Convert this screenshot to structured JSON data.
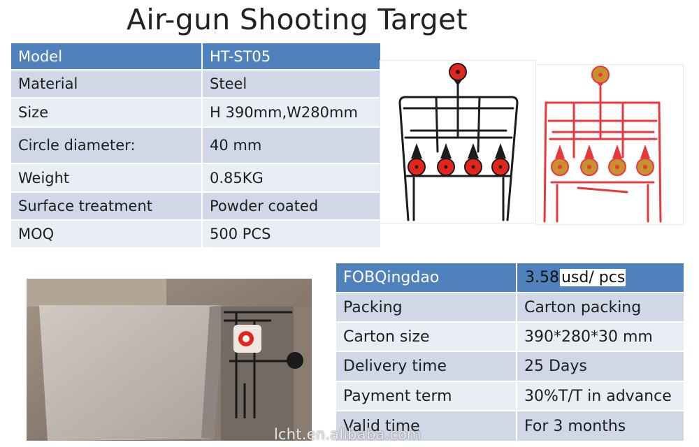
{
  "title": "Air-gun Shooting Target",
  "spec_table": {
    "rows": [
      {
        "label": "Model",
        "value": "HT-ST05"
      },
      {
        "label": "Material",
        "value": "Steel"
      },
      {
        "label": "Size",
        "value": "H 390mm,W280mm"
      },
      {
        "label": "Circle diameter:",
        "value": "40 mm"
      },
      {
        "label": "Weight",
        "value": "0.85KG"
      },
      {
        "label": "Surface treatment",
        "value": "Powder coated"
      },
      {
        "label": "MOQ",
        "value": "500 PCS"
      }
    ]
  },
  "trade_table": {
    "header": {
      "label": "FOBQingdao",
      "price": "3.58",
      "price_suffix": "usd/ pcs"
    },
    "rows": [
      {
        "label": "Packing",
        "value": "Carton packing"
      },
      {
        "label": "Carton size",
        "value": "390*280*30 mm"
      },
      {
        "label": "Delivery time",
        "value": "25 Days"
      },
      {
        "label": "Payment term",
        "value": "30%T/T in advance"
      },
      {
        "label": "Valid time",
        "value": "For 3 months"
      }
    ]
  },
  "watermark": "lcht.en.alibaba.com",
  "colors": {
    "header_blue": "#4f81bd",
    "row_dark": "#d0d8e8",
    "row_light": "#e9edf4",
    "target_red": "#e3261c",
    "frame_red": "#e8383d",
    "target_gold": "#c8912f"
  }
}
